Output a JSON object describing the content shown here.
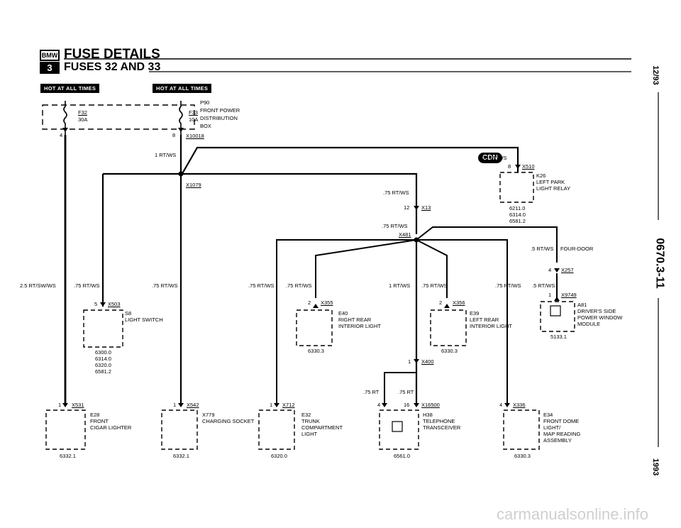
{
  "header": {
    "logo_top": "BMW",
    "logo_bottom": "3",
    "title": "FUSE DETAILS",
    "subtitle": "FUSES 32 AND 33"
  },
  "sidebar": {
    "date": "12/93",
    "code": "0670.3-11",
    "year": "1993"
  },
  "badges": [
    "HOT AT ALL TIMES",
    "HOT AT ALL TIMES"
  ],
  "cdn_badge": "CDN",
  "fuses": [
    {
      "name": "F32",
      "rating": "30A",
      "pin": "4"
    },
    {
      "name": "F33",
      "rating": "10A",
      "pin": "8"
    }
  ],
  "fusebox": {
    "ref": "P90",
    "lines": [
      "FRONT POWER",
      "DISTRIBUTION",
      "BOX"
    ],
    "connector": "X10018"
  },
  "wire_labels": {
    "main": "1 RT/WS",
    "splice": "X1079",
    "left_main": "2.5 RT/SW/WS",
    "w1": ".75 RT/WS",
    "w2": ".75 RT/WS",
    "w3": ".75 RT/WS",
    "w4": ".75 RT/WS",
    "w5": "1 RT/WS",
    "w6": ".75 RT/WS",
    "w7": ".75 RT/WS",
    "w8": ".5 RT/WS",
    "x13_wire": ".75 RT/WS",
    "x481_wire": ".75 RT/WS",
    "k26_wire": ".75 RT/WS",
    "four_door_wire": ".5 RT/WS",
    "four_door": "FOUR-DOOR",
    "rt_a": ".75 RT",
    "rt_b": ".75 RT"
  },
  "connectors": {
    "x510": {
      "pin": "8",
      "name": "X510"
    },
    "x13": {
      "pin": "12",
      "name": "X13"
    },
    "x481": {
      "name": "X481"
    },
    "x257": {
      "pin": "4",
      "name": "X257"
    },
    "x9749": {
      "pin": "1",
      "name": "X9749"
    },
    "x503": {
      "pin": "5",
      "name": "X503"
    },
    "x355": {
      "pin": "2",
      "name": "X355"
    },
    "x356": {
      "pin": "2",
      "name": "X356"
    },
    "x400": {
      "pin": "1",
      "name": "X400"
    },
    "x531": {
      "pin": "1",
      "name": "X531"
    },
    "x542": {
      "pin": "1",
      "name": "X542"
    },
    "x712": {
      "pin": "1",
      "name": "X712"
    },
    "x16500": {
      "pin_l": "4",
      "pin_r": "16",
      "name": "X16500"
    },
    "x336": {
      "pin": "4",
      "name": "X336"
    }
  },
  "components": {
    "k26": {
      "ref": "K26",
      "lines": [
        "LEFT PARK",
        "LIGHT RELAY"
      ],
      "pages": [
        "6211.0",
        "6314.0",
        "6581.2"
      ]
    },
    "s8": {
      "ref": "S8",
      "lines": [
        "LIGHT SWITCH"
      ],
      "pages": [
        "6300.0",
        "6314.0",
        "6320.0",
        "6581.2"
      ]
    },
    "e40": {
      "ref": "E40",
      "lines": [
        "RIGHT REAR",
        "INTERIOR LIGHT"
      ],
      "pages": [
        "6330.3"
      ]
    },
    "e39": {
      "ref": "E39",
      "lines": [
        "LEFT REAR",
        "INTERIOR LIGHT"
      ],
      "pages": [
        "6330.3"
      ]
    },
    "a81": {
      "ref": "A81",
      "lines": [
        "DRIVER'S SIDE",
        "POWER WINDOW",
        "MODULE"
      ],
      "pages": [
        "5133.1"
      ]
    },
    "e28": {
      "ref": "E28",
      "lines": [
        "FRONT",
        "CIGAR LIGHTER"
      ],
      "pages": [
        "6332.1"
      ]
    },
    "x779": {
      "ref": "X779",
      "lines": [
        "CHARGING SOCKET"
      ],
      "pages": [
        "6332.1"
      ]
    },
    "e32": {
      "ref": "E32",
      "lines": [
        "TRUNK",
        "COMPARTMENT",
        "LIGHT"
      ],
      "pages": [
        "6320.0"
      ]
    },
    "h38": {
      "ref": "H38",
      "lines": [
        "TELEPHONE",
        "TRANSCEIVER"
      ],
      "pages": [
        "6561.0"
      ]
    },
    "e34": {
      "ref": "E34",
      "lines": [
        "FRONT DOME",
        "LIGHT/",
        "MAP READING",
        "ASSEMBLY"
      ],
      "pages": [
        "6330.3"
      ]
    }
  },
  "watermark": "carmanualsonline.info"
}
